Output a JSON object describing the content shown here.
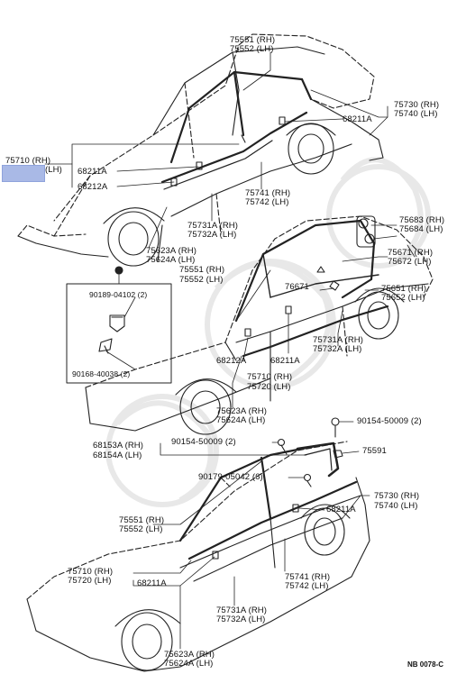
{
  "labels": {
    "top_75551": "75551 (RH)",
    "top_75552": "75552 (LH)",
    "top_75730": "75730 (RH)",
    "top_75740": "75740 (LH)",
    "top_68211A_r": "68211A",
    "top_75710": "75710 (RH)",
    "top_75710_lh": "(LH)",
    "top_68211A_l": "68211A",
    "top_68212A": "68212A",
    "top_75741": "75741 (RH)",
    "top_75742": "75742 (LH)",
    "top_75731A": "75731A (RH)",
    "top_75732A": "75732A (LH)",
    "top_75623A": "75623A (RH)",
    "top_75624A": "75624A (LH)",
    "box_90189": "90189-04102 (2)",
    "box_90168": "90168-40038 (2)",
    "mid_75683": "75683 (RH)",
    "mid_75684": "75684 (LH)",
    "mid_75671": "75671 (RH)",
    "mid_75672": "75672 (LH)",
    "mid_75551": "75551 (RH)",
    "mid_75552": "75552 (LH)",
    "mid_76671": "76671",
    "mid_75651": "75651 (RH)",
    "mid_75652": "75652 (LH)",
    "mid_75731A": "75731A (RH)",
    "mid_75732A": "75732A (LH)",
    "mid_68212A": "68212A",
    "mid_68211A": "68211A",
    "mid_75710": "75710 (RH)",
    "mid_75720": "75720 (LH)",
    "mid_75623A": "75623A (RH)",
    "mid_75624A": "75624A (LH)",
    "bot_90154_r": "90154-50009 (2)",
    "bot_68153A": "68153A (RH)",
    "bot_68154A": "68154A (LH)",
    "bot_90154_l": "90154-50009 (2)",
    "bot_75591": "75591",
    "bot_90179": "90179-05042 (6)",
    "bot_75730": "75730 (RH)",
    "bot_75740": "75740 (LH)",
    "bot_68211A_r": "68211A",
    "bot_75551": "75551 (RH)",
    "bot_75552": "75552 (LH)",
    "bot_75710": "75710 (RH)",
    "bot_75720": "75720 (LH)",
    "bot_68211A_l": "68211A",
    "bot_75741": "75741 (RH)",
    "bot_75742": "75742 (LH)",
    "bot_75731A": "75731A (RH)",
    "bot_75732A": "75732A (LH)",
    "bot_75623A": "75623A (RH)",
    "bot_75624A": "75624A (LH)"
  },
  "diagram_code": "NB 0078-C",
  "colors": {
    "line": "#222222",
    "highlight": "#a9b9e6",
    "watermark": "#e8e8e8"
  }
}
